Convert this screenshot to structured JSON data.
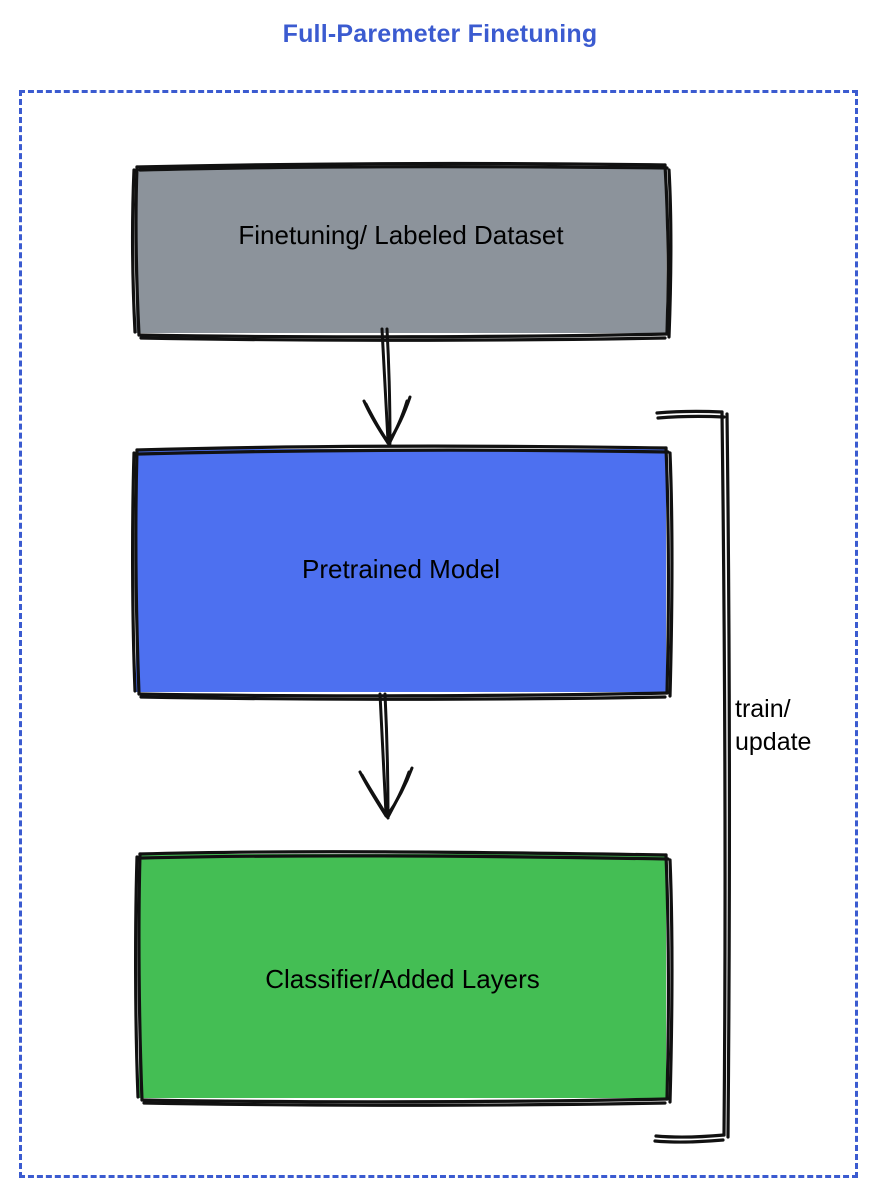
{
  "diagram": {
    "title": "Full-Paremeter Finetuning",
    "title_color": "#3b5bd0",
    "frame": {
      "style": "dashed",
      "color": "#3b5bd0"
    },
    "nodes": [
      {
        "id": "dataset",
        "label": "Finetuning/ Labeled Dataset",
        "fill": "#8c939b",
        "stroke": "#000000",
        "shape": "rectangle",
        "style": "hand-drawn"
      },
      {
        "id": "pretrained",
        "label": "Pretrained Model",
        "fill": "#4d70f0",
        "stroke": "#000000",
        "shape": "rectangle",
        "style": "hand-drawn"
      },
      {
        "id": "classifier",
        "label": "Classifier/Added Layers",
        "fill": "#44be54",
        "stroke": "#000000",
        "shape": "rectangle",
        "style": "hand-drawn"
      }
    ],
    "edges": [
      {
        "id": "dataset-to-pretrained",
        "from": "dataset",
        "to": "pretrained",
        "label": "",
        "arrowhead": true,
        "direction": "down"
      },
      {
        "id": "pretrained-to-classifier",
        "from": "pretrained",
        "to": "classifier",
        "label": "",
        "arrowhead": true,
        "direction": "down"
      },
      {
        "id": "feedback-loop",
        "from": "pretrained",
        "to": "classifier",
        "label_line_1": "train/",
        "label_line_2": "update",
        "arrowhead": false,
        "direction": "right-bracket"
      }
    ]
  }
}
